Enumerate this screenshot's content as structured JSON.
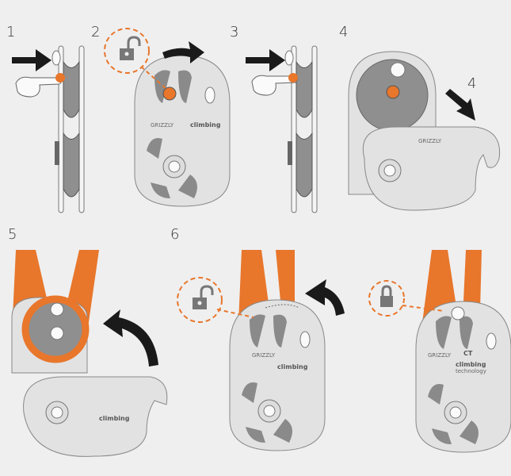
{
  "steps": {
    "s1": "1",
    "s2": "2",
    "s3": "3",
    "s4": "4",
    "s4b": "4",
    "s5": "5",
    "s6": "6"
  },
  "product": {
    "name": "GRIZZLY",
    "logo_top": "climbing",
    "logo_bottom": "technology",
    "logo_mark": "CT"
  },
  "colors": {
    "background": "#efefef",
    "accent": "#e8762b",
    "plate": "#e4e4e4",
    "dark_plate": "#8e8e8e",
    "arrow": "#1a1a1a"
  },
  "icons": [
    "push-arrow",
    "finger-hand",
    "unlock-icon",
    "lock-icon",
    "rotate-arrow"
  ]
}
